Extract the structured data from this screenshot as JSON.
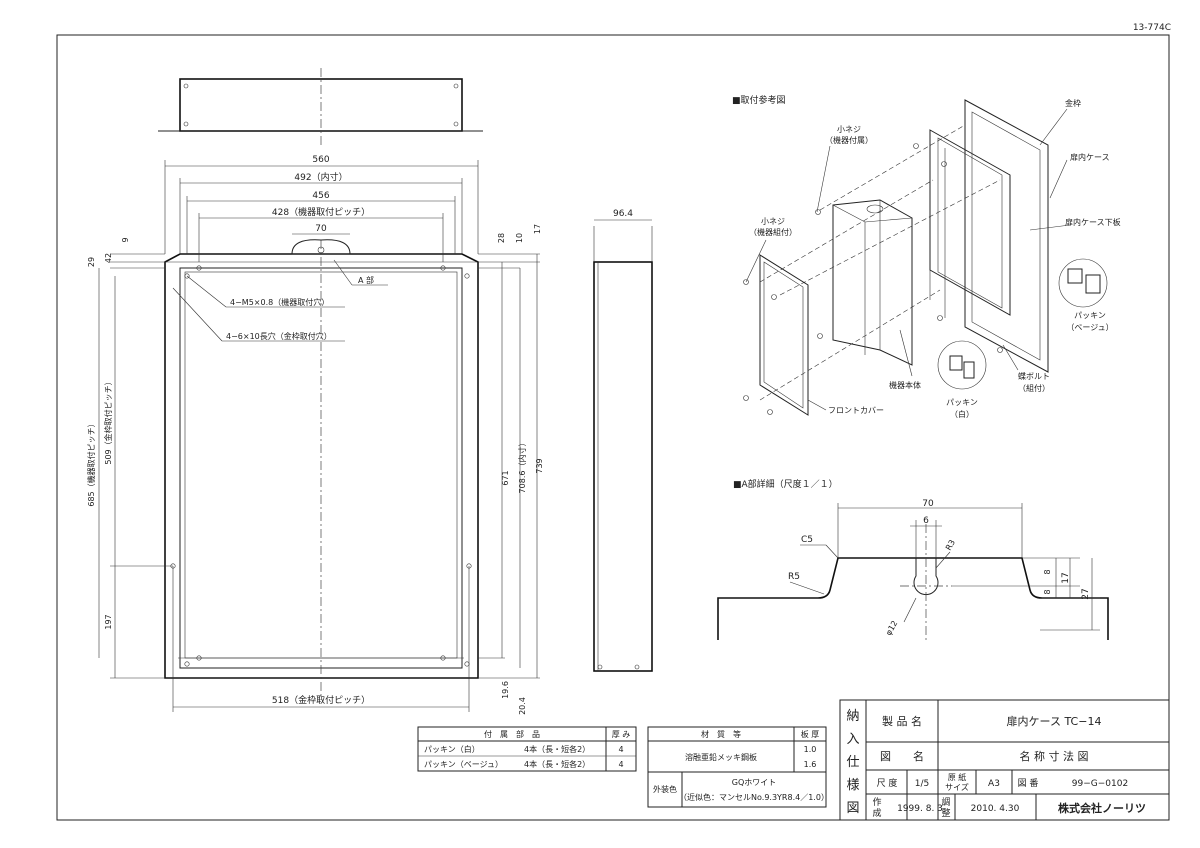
{
  "drawing_id": "13-774C",
  "front_dims": {
    "w560": "560",
    "w492": "492（内寸）",
    "w456": "456",
    "w428": "428（機器取付ピッチ）",
    "w70": "70",
    "d9": "9",
    "d42": "42",
    "d29": "29",
    "d28": "28",
    "d10": "10",
    "d17": "17",
    "h685": "685（機器取付ピッチ）",
    "h509": "509（金枠取付ピッチ）",
    "h197": "197",
    "h671": "671",
    "h7086": "708.6（内寸）",
    "h739": "739",
    "d196": "19.6",
    "d204": "20.4",
    "w518": "518（金枠取付ピッチ）",
    "note_a": "A 部",
    "note_m5": "4−M5×0.8（機器取付穴）",
    "note_6x10": "4−6×10長穴（金枠取付穴）"
  },
  "side_dims": {
    "depth": "96.4"
  },
  "iso_view": {
    "heading": "■取付参考図",
    "labels": {
      "kanawaku": "金枠",
      "screw1": "小ネジ",
      "screw1_sub": "（機器付属）",
      "tobira_case": "扉内ケース",
      "tobira_case_bottom": "扉内ケース下板",
      "screw2": "小ネジ",
      "screw2_sub": "（機器組付）",
      "packing_beige": "パッキン",
      "packing_beige_sub": "（ベージュ）",
      "chou_bolt": "蝶ボルト",
      "chou_bolt_sub": "（組付）",
      "kiki_hontai": "機器本体",
      "packing_white": "パッキン",
      "packing_white_sub": "（白）",
      "front_cover": "フロントカバー"
    }
  },
  "detail_a": {
    "heading": "■A部詳細（尺度１／１）",
    "dims": {
      "w70": "70",
      "w6": "6",
      "r3": "R3",
      "c5": "C5",
      "r5": "R5",
      "phi12": "φ12",
      "d8a": "8",
      "d8b": "8",
      "d17": "17",
      "d27": "27"
    }
  },
  "parts_table": {
    "headers": [
      "付　属　部　品",
      "厚 み"
    ],
    "rows": [
      {
        "name": "パッキン（白）",
        "qty": "4本（長・短各2）",
        "thk": "4"
      },
      {
        "name": "パッキン（ベージュ）",
        "qty": "4本（長・短各2）",
        "thk": "4"
      }
    ]
  },
  "material_table": {
    "headers": [
      "材　質　等",
      "板 厚"
    ],
    "material": "溶融亜鉛メッキ鋼板",
    "thk1": "1.0",
    "thk2": "1.6",
    "color_label": "外装色",
    "color_value": "GQホワイト",
    "color_note": "（近似色：マンセルNo.9.3YR8.4／1.0）"
  },
  "title_block": {
    "side_chars": [
      "納",
      "入",
      "仕",
      "様",
      "図"
    ],
    "product_label": "製 品 名",
    "product_value": "扉内ケース TC−14",
    "drawing_label": "図　　名",
    "drawing_value": "名 称 寸 法 図",
    "scale_label": "尺 度",
    "scale_value": "1/5",
    "paper_label_1": "原 紙",
    "paper_label_2": "サイズ",
    "paper_value": "A3",
    "number_label": "図 番",
    "number_value": "99−G−0102",
    "made_label_1": "作",
    "made_label_2": "成",
    "made_value": "1999. 8. 3",
    "adj_label_1": "調",
    "adj_label_2": "整",
    "adj_value": "2010. 4.30",
    "company": "株式会社ノーリツ"
  }
}
